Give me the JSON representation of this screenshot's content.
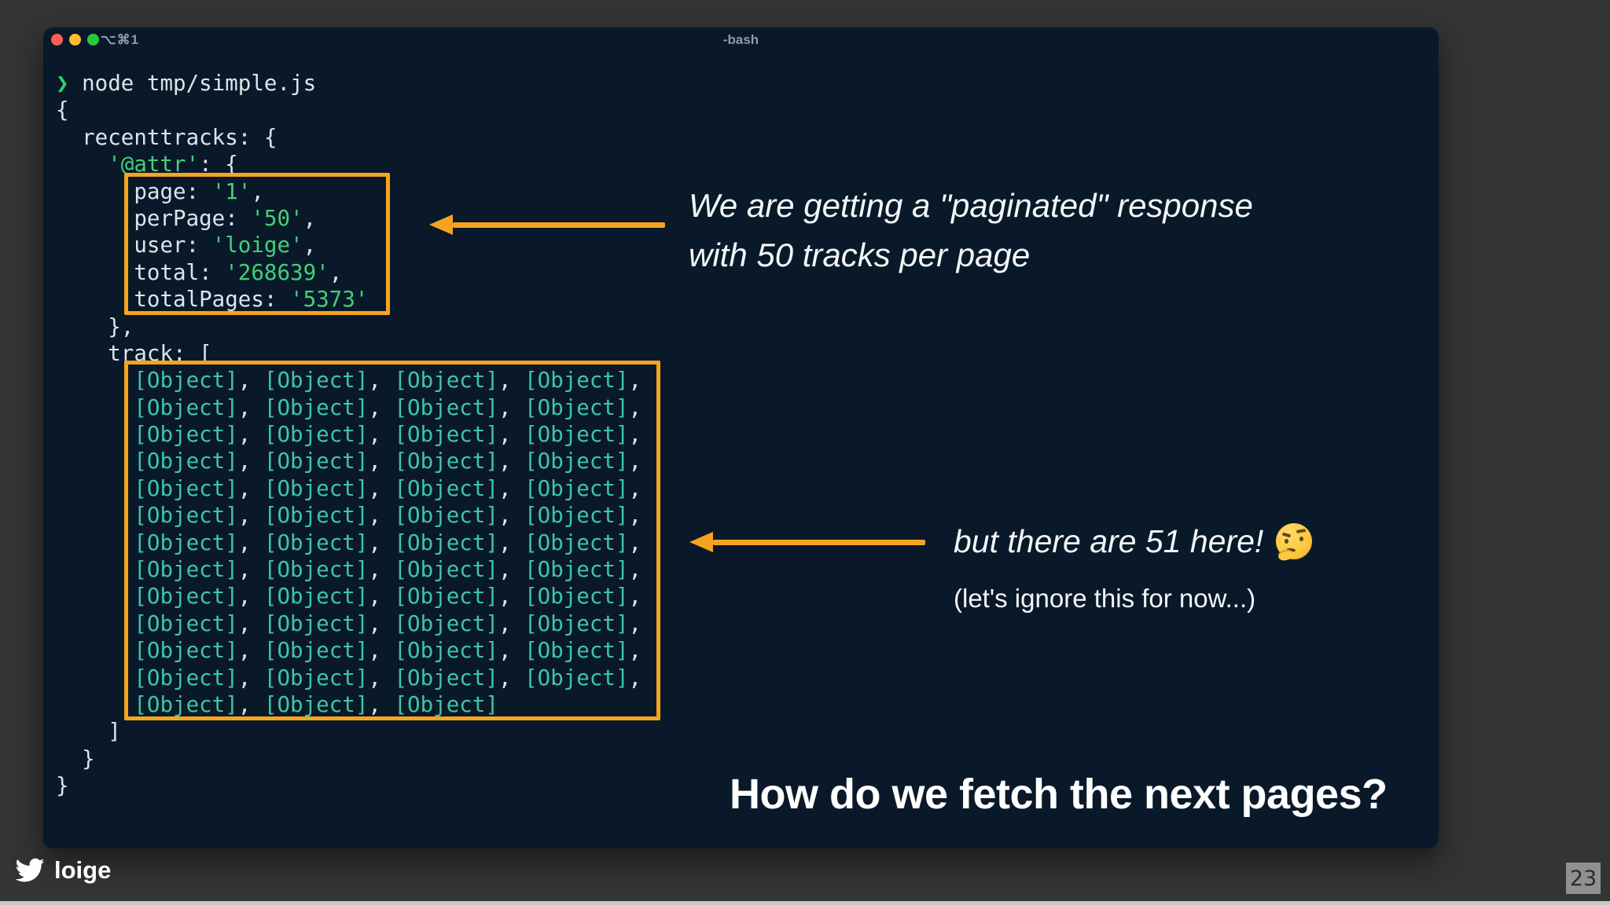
{
  "colors": {
    "slide-bg": "#343434",
    "terminal-bg": "#0a1929",
    "accent-orange": "#f6a41f",
    "code-fg": "#dde3ea",
    "code-green": "#41d07a",
    "code-prompt": "#2bd46d",
    "code-teal": "#3cc5ab",
    "titlebar-fg": "#8d9caa",
    "traffic-red": "#ff5f57",
    "traffic-yellow": "#febc2e",
    "traffic-green": "#28c840"
  },
  "terminal_window": {
    "tab_label": "⌥⌘1",
    "title": "-bash"
  },
  "code": {
    "object_label": "[Object]",
    "track_row_counts": [
      4,
      4,
      4,
      4,
      4,
      4,
      4,
      4,
      4,
      4,
      4,
      4,
      3
    ],
    "lines_before_track": [
      [
        {
          "t": "❯ ",
          "c": "prompt"
        },
        {
          "t": "node tmp/simple.js",
          "c": "fg"
        }
      ],
      [
        {
          "t": "{",
          "c": "fg"
        }
      ],
      [
        {
          "t": "  recenttracks: {",
          "c": "fg"
        }
      ],
      [
        {
          "t": "    ",
          "c": "fg"
        },
        {
          "t": "'@attr'",
          "c": "green"
        },
        {
          "t": ": {",
          "c": "fg"
        }
      ],
      [
        {
          "t": "      page: ",
          "c": "fg"
        },
        {
          "t": "'1'",
          "c": "green"
        },
        {
          "t": ",",
          "c": "fg"
        }
      ],
      [
        {
          "t": "      perPage: ",
          "c": "fg"
        },
        {
          "t": "'50'",
          "c": "green"
        },
        {
          "t": ",",
          "c": "fg"
        }
      ],
      [
        {
          "t": "      user: ",
          "c": "fg"
        },
        {
          "t": "'loige'",
          "c": "green"
        },
        {
          "t": ",",
          "c": "fg"
        }
      ],
      [
        {
          "t": "      total: ",
          "c": "fg"
        },
        {
          "t": "'268639'",
          "c": "green"
        },
        {
          "t": ",",
          "c": "fg"
        }
      ],
      [
        {
          "t": "      totalPages: ",
          "c": "fg"
        },
        {
          "t": "'5373'",
          "c": "green"
        }
      ],
      [
        {
          "t": "    },",
          "c": "fg"
        }
      ],
      [
        {
          "t": "    track: [",
          "c": "fg"
        }
      ]
    ],
    "track_indent": "      ",
    "lines_after_track": [
      [
        {
          "t": "    ]",
          "c": "fg"
        }
      ],
      [
        {
          "t": "  }",
          "c": "fg"
        }
      ],
      [
        {
          "t": "}",
          "c": "fg"
        }
      ]
    ]
  },
  "annotations": {
    "paginated": {
      "line1": "We are getting a \"paginated\" response",
      "line2": "with 50 tracks per page"
    },
    "track_count": {
      "line1": "but there are 51 here!",
      "emoji": "🤔",
      "line2": "(let's ignore this for now...)"
    }
  },
  "heading": {
    "text": "How do we fetch the next pages?"
  },
  "footer": {
    "handle": "loige",
    "page_number": "23"
  }
}
